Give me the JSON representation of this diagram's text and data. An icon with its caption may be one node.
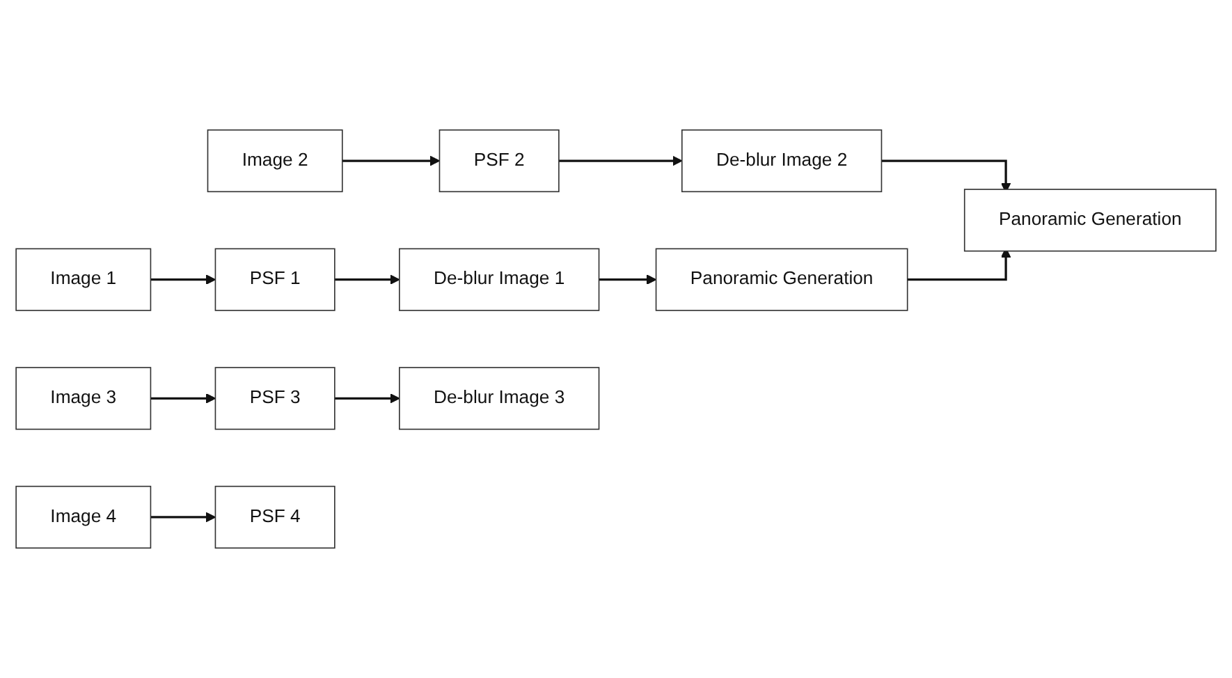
{
  "diagram": {
    "nodes": [
      {
        "text": [
          "Image 1"
        ]
      },
      {
        "text": [
          "Image 2"
        ]
      },
      {
        "text": [
          "Image 3"
        ]
      },
      {
        "text": [
          "Image 4"
        ]
      },
      {
        "text": [
          "PSF 1"
        ]
      },
      {
        "text": [
          "PSF 2"
        ]
      },
      {
        "text": [
          "PSF 3"
        ]
      },
      {
        "text": [
          "PSF 4"
        ]
      },
      {
        "text": [
          "De-blur Image 1"
        ]
      },
      {
        "text": [
          "De-blur Image 2"
        ]
      },
      {
        "text": [
          "De-blur Image 3"
        ]
      },
      {
        "text": [
          "Panoramic Generation"
        ]
      },
      {
        "text": [
          "Panoramic Generation"
        ]
      }
    ],
    "edges": [
      {
        "from": 0,
        "to": 4,
        "arrow": "to"
      },
      {
        "from": 1,
        "to": 5,
        "arrow": "to"
      },
      {
        "from": 2,
        "to": 6,
        "arrow": "to"
      },
      {
        "from": 3,
        "to": 7,
        "arrow": "to"
      },
      {
        "from": 4,
        "to": 8,
        "arrow": "to"
      },
      {
        "from": 5,
        "to": 9,
        "arrow": "to"
      },
      {
        "from": 6,
        "to": 10,
        "arrow": "to"
      },
      {
        "from": 8,
        "to": 11,
        "arrow": "to"
      },
      {
        "from": 9,
        "to": 12,
        "arrow": "to"
      },
      {
        "from": 11,
        "to": 12,
        "arrow": "to"
      }
    ]
  }
}
